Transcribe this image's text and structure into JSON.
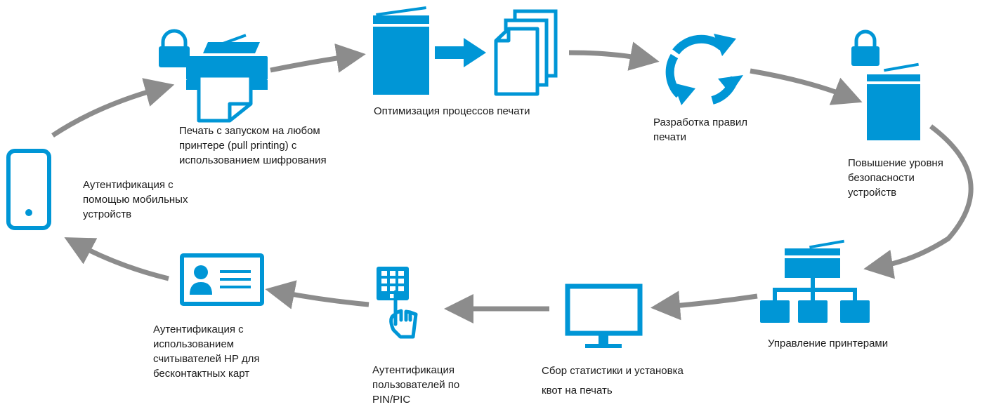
{
  "colors": {
    "icon": "#0096d6",
    "arrow": "#8c8c8c",
    "text": "#1a1a1a"
  },
  "steps": [
    {
      "icon": "locked-printer-with-paper-icon",
      "label": "Печать с запуском на любом\nпринтере (pull printing) с\nиспользованием шифрования"
    },
    {
      "icon": "printer-to-documents-icon",
      "label": "Оптимизация процессов печати"
    },
    {
      "icon": "refresh-cycle-icon",
      "label": "Разработка правил\nпечати"
    },
    {
      "icon": "locked-printer-icon",
      "label": "Повышение уровня\nбезопасности\nустройств"
    },
    {
      "icon": "printer-network-icon",
      "label": "Управление принтерами"
    },
    {
      "icon": "monitor-icon",
      "label": "Сбор статистики и установка"
    },
    {
      "icon": "keypad-finger-icon",
      "label": "Аутентификация\nпользователей по\nPIN/PIC"
    },
    {
      "icon": "id-card-icon",
      "label": "Аутентификация с\nиспользованием\nсчитывателей HP для\nбесконтактных карт"
    },
    {
      "icon": "mobile-phone-icon",
      "label": "Аутентификация с\nпомощью мобильных\nустройств"
    }
  ],
  "extra_text": {
    "quota_line2": "квот на печать"
  }
}
